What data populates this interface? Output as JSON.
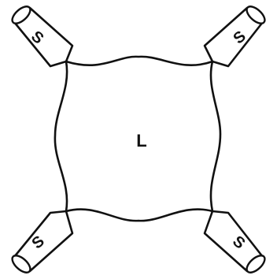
{
  "diagram": {
    "center_label": "L",
    "corner_labels": {
      "top_left": "S",
      "top_right": "S",
      "bottom_left": "S",
      "bottom_right": "S"
    }
  }
}
